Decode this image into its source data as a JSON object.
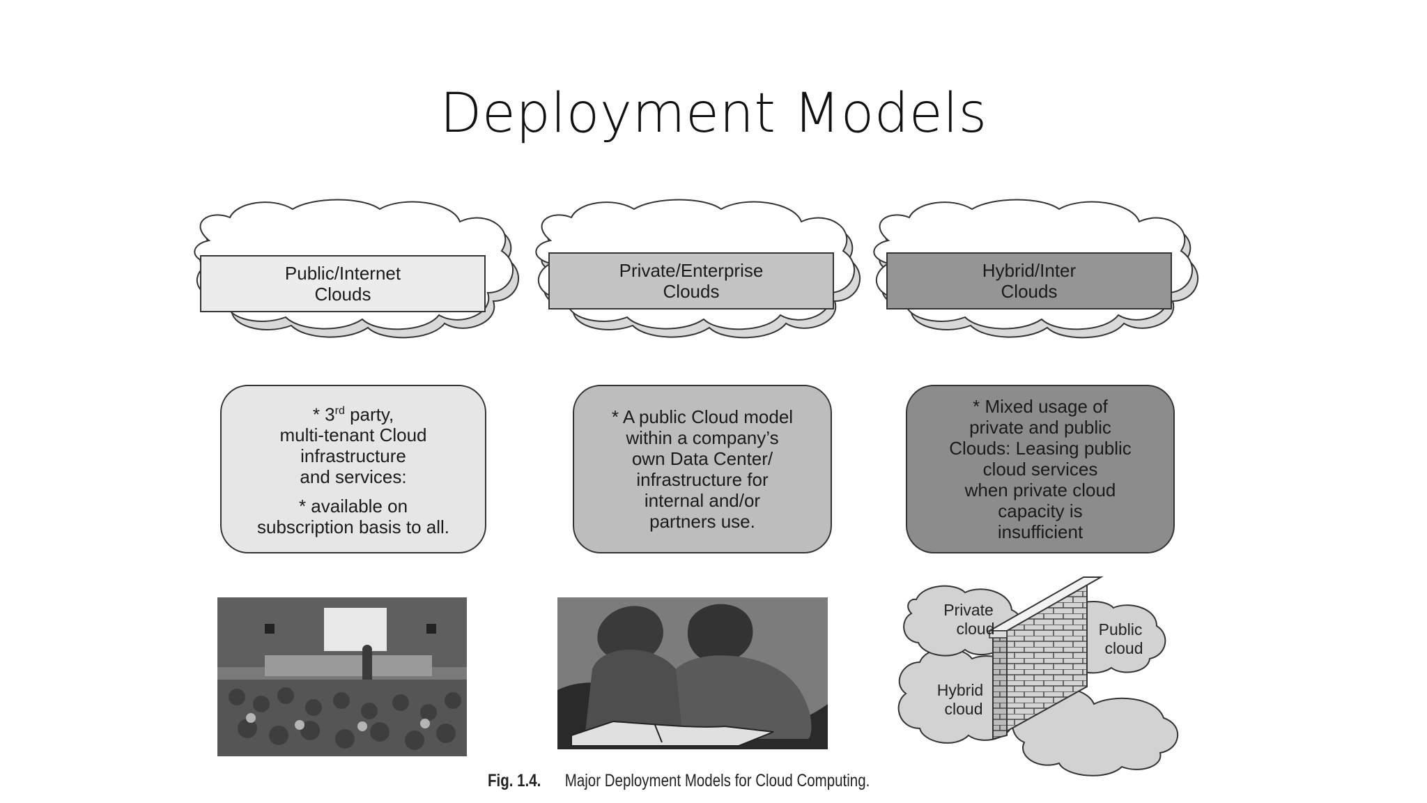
{
  "slide": {
    "title": "Deployment Models"
  },
  "columns": [
    {
      "banner_line1": "Public/Internet",
      "banner_line2": "Clouds",
      "desc_line1_prefix": "* 3",
      "desc_line1_sup": "rd",
      "desc_line1_suffix": " party,",
      "desc_line2": "multi-tenant Cloud",
      "desc_line3": "infrastructure",
      "desc_line4": "and services:",
      "desc_line5": "* available on",
      "desc_line6": "subscription basis to all.",
      "shade": "#e6e6e6"
    },
    {
      "banner_line1": "Private/Enterprise",
      "banner_line2": "Clouds",
      "desc_lines": [
        "* A public Cloud model",
        "within a company’s",
        "own Data Center/",
        "infrastructure for",
        "internal and/or",
        "partners use."
      ],
      "shade": "#bdbdbd"
    },
    {
      "banner_line1": "Hybrid/Inter",
      "banner_line2": "Clouds",
      "desc_lines": [
        "* Mixed usage of",
        "private and public",
        "Clouds: Leasing public",
        "cloud services",
        "when private cloud",
        "capacity is",
        "insufficient"
      ],
      "shade": "#8c8c8c"
    }
  ],
  "hybrid_illustration": {
    "private_line1": "Private",
    "private_line2": "cloud",
    "public_line1": "Public",
    "public_line2": "cloud",
    "hybrid_line1": "Hybrid",
    "hybrid_line2": "cloud"
  },
  "figure": {
    "label": "Fig. 1.4.",
    "caption": "Major Deployment Models for Cloud Computing."
  }
}
